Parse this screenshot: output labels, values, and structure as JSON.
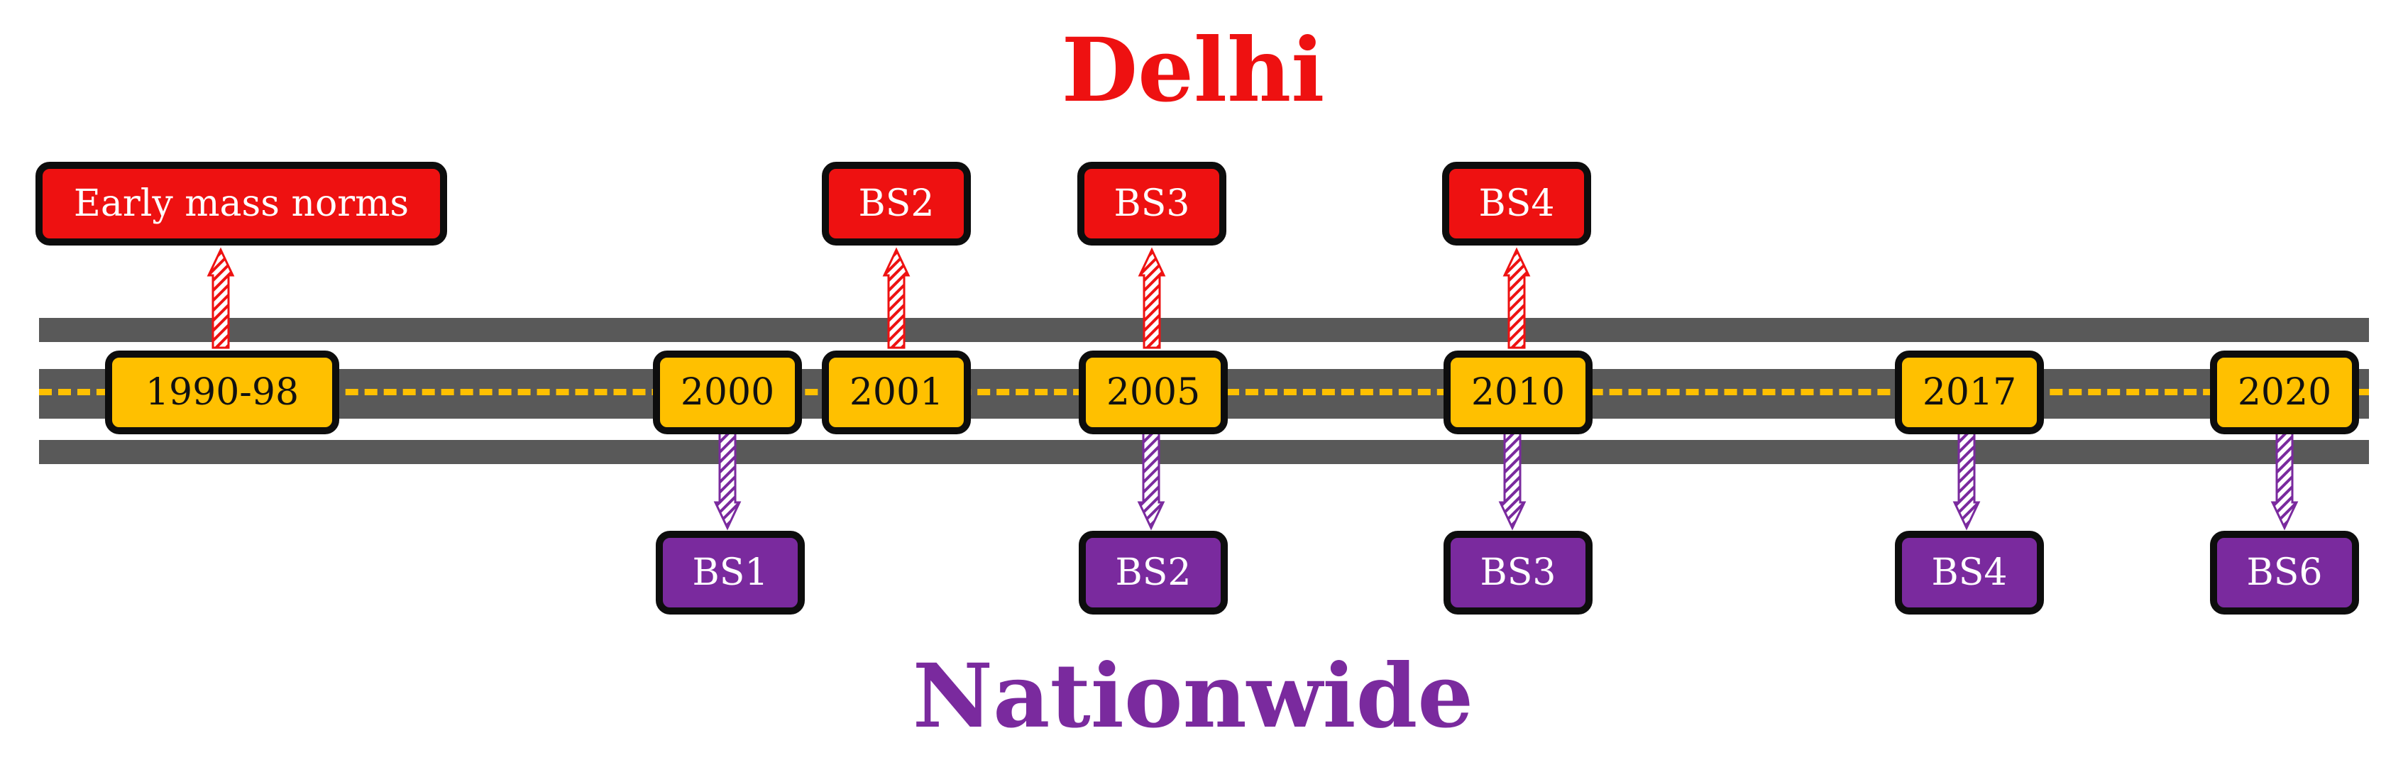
{
  "titles": {
    "delhi": "Delhi",
    "nationwide": "Nationwide"
  },
  "colors": {
    "delhi": "#ee1111",
    "nationwide": "#7a2a9e",
    "year_box": "#ffc000",
    "road": "#595959",
    "lane_marking": "#ffc000"
  },
  "years": [
    "1990-98",
    "2000",
    "2001",
    "2005",
    "2010",
    "2017",
    "2020"
  ],
  "delhi_norms": [
    {
      "year": "1990-98",
      "label": "Early mass norms"
    },
    {
      "year": "2001",
      "label": "BS2"
    },
    {
      "year": "2005",
      "label": "BS3"
    },
    {
      "year": "2010",
      "label": "BS4"
    }
  ],
  "nationwide_norms": [
    {
      "year": "2000",
      "label": "BS1"
    },
    {
      "year": "2005",
      "label": "BS2"
    },
    {
      "year": "2010",
      "label": "BS3"
    },
    {
      "year": "2017",
      "label": "BS4"
    },
    {
      "year": "2020",
      "label": "BS6"
    }
  ]
}
